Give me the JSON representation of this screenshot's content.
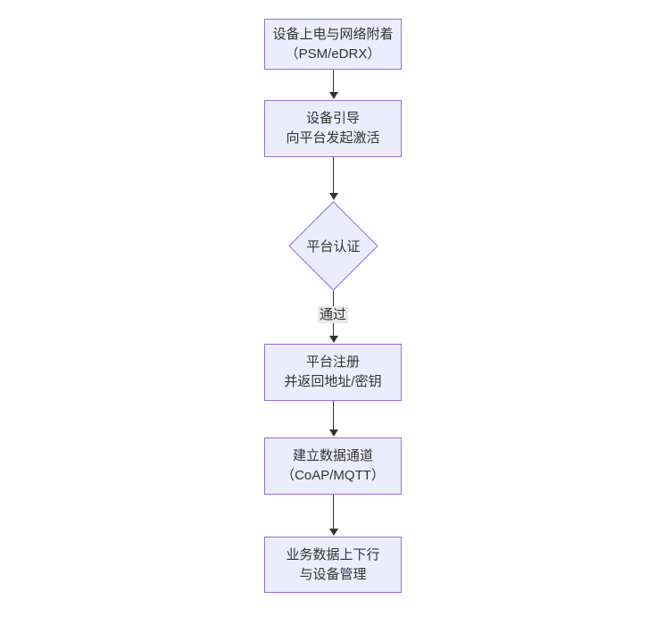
{
  "flowchart": {
    "nodes": [
      {
        "id": "power-attach",
        "shape": "rect",
        "lines": [
          "设备上电与网络附着",
          "（PSM/eDRX）"
        ]
      },
      {
        "id": "bootstrap",
        "shape": "rect",
        "lines": [
          "设备引导",
          "向平台发起激活"
        ]
      },
      {
        "id": "platform-auth",
        "shape": "diamond",
        "lines": [
          "平台认证"
        ]
      },
      {
        "id": "platform-register",
        "shape": "rect",
        "lines": [
          "平台注册",
          "并返回地址/密钥"
        ]
      },
      {
        "id": "data-channel",
        "shape": "rect",
        "lines": [
          "建立数据通道",
          "（CoAP/MQTT）"
        ]
      },
      {
        "id": "business",
        "shape": "rect",
        "lines": [
          "业务数据上下行",
          "与设备管理"
        ]
      }
    ],
    "edges": [
      {
        "from": "power-attach",
        "to": "bootstrap",
        "label": ""
      },
      {
        "from": "bootstrap",
        "to": "platform-auth",
        "label": ""
      },
      {
        "from": "platform-auth",
        "to": "platform-register",
        "label": "通过"
      },
      {
        "from": "platform-register",
        "to": "data-channel",
        "label": ""
      },
      {
        "from": "data-channel",
        "to": "business",
        "label": ""
      }
    ],
    "colors": {
      "node_fill": "#ECECFF",
      "node_border": "#9370DB",
      "edge_line": "#333333",
      "text": "#333333",
      "edge_label_bg": "#e8e8e8",
      "background": "#ffffff"
    }
  }
}
